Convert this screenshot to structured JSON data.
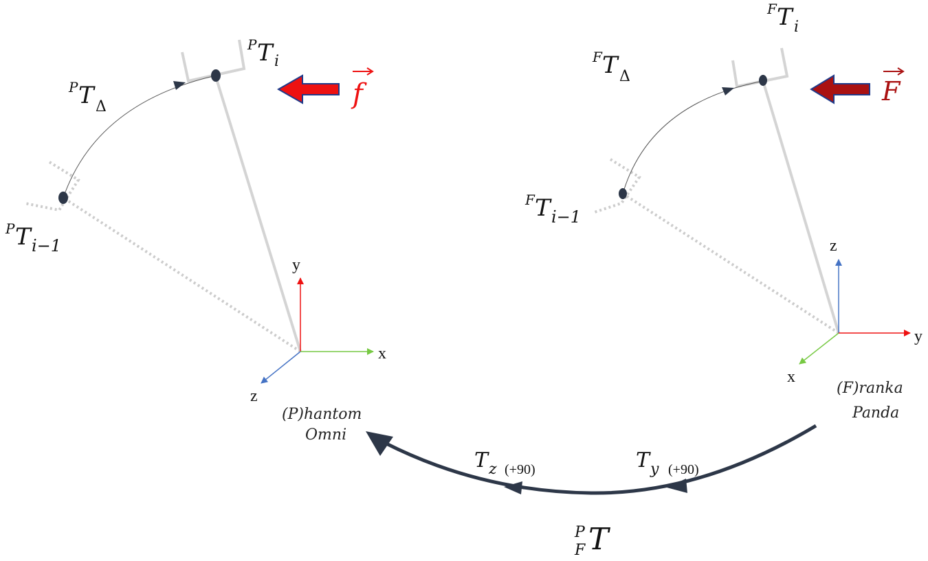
{
  "phantom": {
    "label_line1": "(P)hantom",
    "label_line2": "Omni",
    "pose_current": {
      "base": "T",
      "sup": "P",
      "sub": "i"
    },
    "pose_delta": {
      "base": "T",
      "sup": "P",
      "sub": "Δ"
    },
    "pose_previous": {
      "base": "T",
      "sup": "P",
      "sub": "i−1"
    },
    "force": {
      "symbol": "f"
    },
    "axes": {
      "x": "x",
      "y": "y",
      "z": "z"
    },
    "colors": {
      "force": "#ee1111",
      "x_axis": "#77c943",
      "y_axis": "#ee1111",
      "z_axis": "#4472c4"
    }
  },
  "franka": {
    "label_line1": "(F)ranka",
    "label_line2": "Panda",
    "pose_current": {
      "base": "T",
      "sup": "F",
      "sub": "i"
    },
    "pose_delta": {
      "base": "T",
      "sup": "F",
      "sub": "Δ"
    },
    "pose_previous": {
      "base": "T",
      "sup": "F",
      "sub": "i−1"
    },
    "force": {
      "symbol": "F"
    },
    "axes": {
      "x": "x",
      "y": "y",
      "z": "z"
    },
    "colors": {
      "force": "#aa1111",
      "x_axis": "#77c943",
      "y_axis": "#ee1111",
      "z_axis": "#4472c4"
    }
  },
  "transform": {
    "base": "T",
    "sup": "P",
    "sub": "F",
    "step_z": {
      "base": "T",
      "sub": "z",
      "angle": "(+90)"
    },
    "step_y": {
      "base": "T",
      "sub": "y",
      "angle": "(+90)"
    },
    "color": "#2d3748"
  }
}
